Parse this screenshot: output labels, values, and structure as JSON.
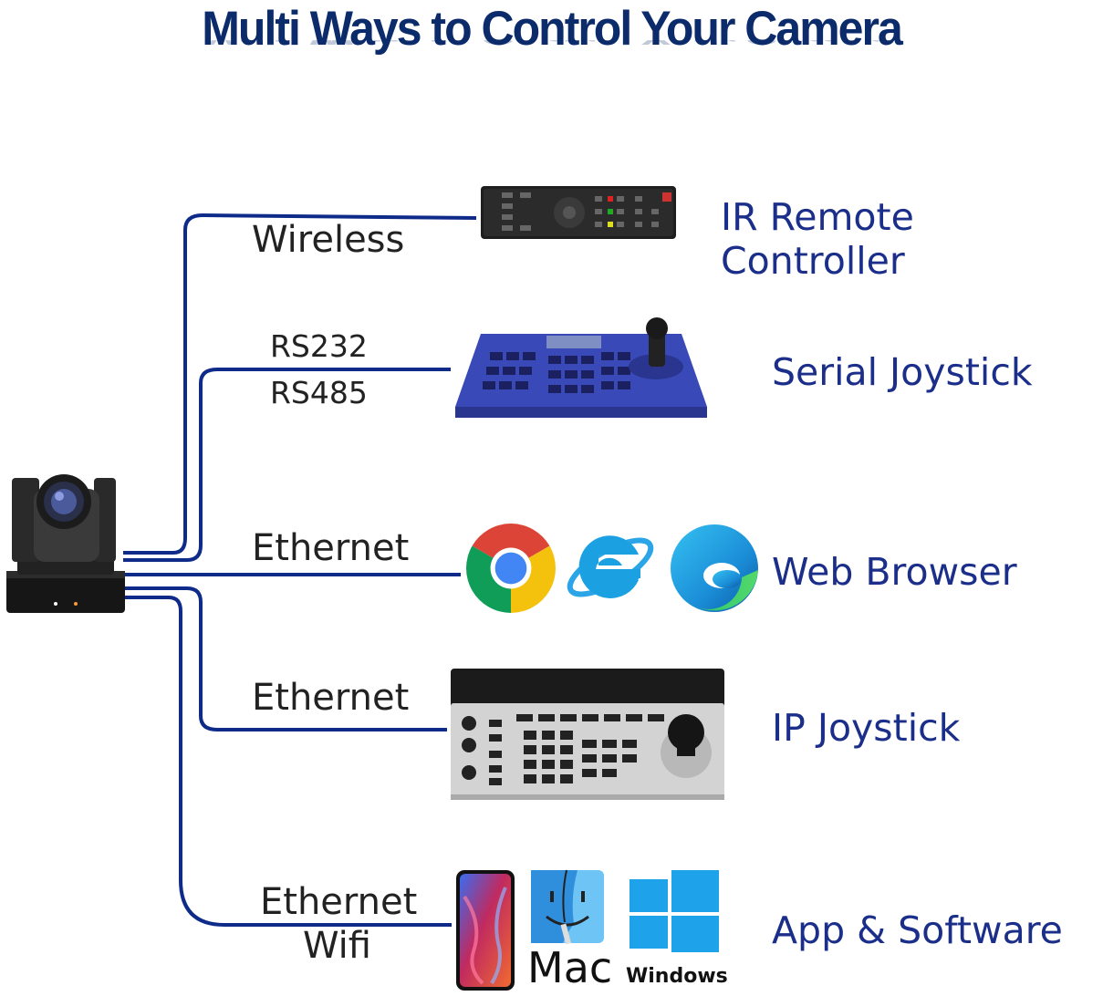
{
  "title": "Multi Ways to Control Your Camera",
  "connections": [
    {
      "label": "Wireless",
      "device": "IR Remote Controller"
    },
    {
      "label_line1": "RS232",
      "label_line2": "RS485",
      "device": "Serial Joystick"
    },
    {
      "label": "Ethernet",
      "device": "Web Browser"
    },
    {
      "label": "Ethernet",
      "device": "IP Joystick"
    },
    {
      "label_line1": "Ethernet",
      "label_line2": "Wifi",
      "device": "App & Software"
    }
  ],
  "app_platforms": {
    "mac": "Mac",
    "windows": "Windows"
  },
  "colors": {
    "title": "#0b2b6b",
    "line": "#0f2b8a",
    "device_name": "#1a2e8a"
  },
  "icons": [
    "ptz-camera-icon",
    "ir-remote-icon",
    "serial-joystick-icon",
    "chrome-icon",
    "internet-explorer-icon",
    "edge-icon",
    "ip-joystick-icon",
    "smartphone-icon",
    "mac-finder-icon",
    "windows-icon"
  ]
}
